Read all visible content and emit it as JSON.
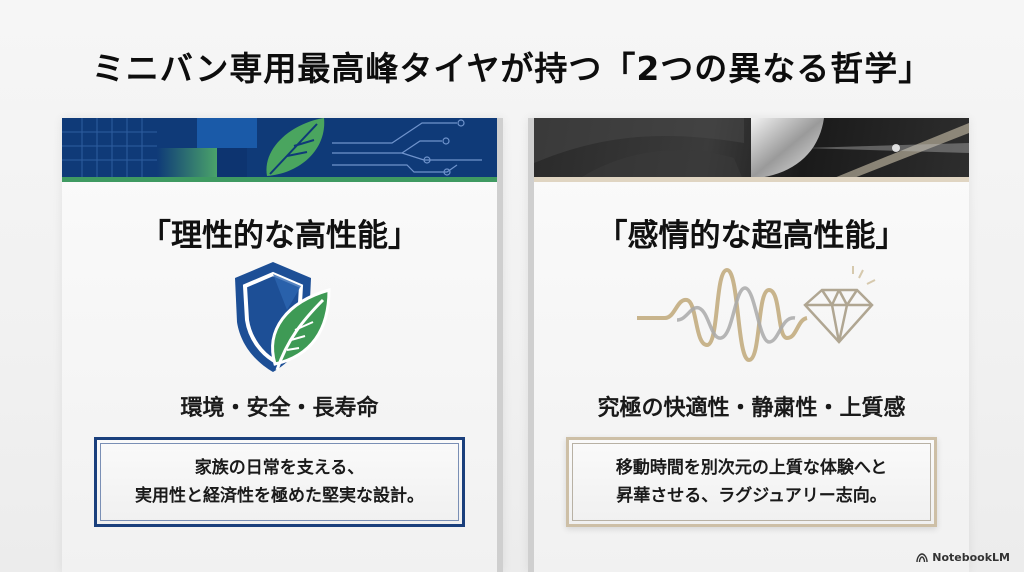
{
  "title": "ミニバン専用最高峰タイヤが持つ「2つの異なる哲学」",
  "cards": [
    {
      "heading": "「理性的な高性能」",
      "icon": "shield-leaf-icon",
      "subtitle": "環境・安全・長寿命",
      "quote_line1": "家族の日常を支える、",
      "quote_line2": "実用性と経済性を極めた堅実な設計。",
      "accent": "#1a3f7c",
      "accent2": "#3f9a62"
    },
    {
      "heading": "「感情的な超高性能」",
      "icon": "soundwave-diamond-icon",
      "subtitle": "究極の快適性・静粛性・上質感",
      "quote_line1": "移動時間を別次元の上質な体験へと",
      "quote_line2": "昇華させる、ラグジュアリー志向。",
      "accent": "#2a2a2a",
      "accent2": "#cdbfa6"
    }
  ],
  "watermark": "NotebookLM"
}
